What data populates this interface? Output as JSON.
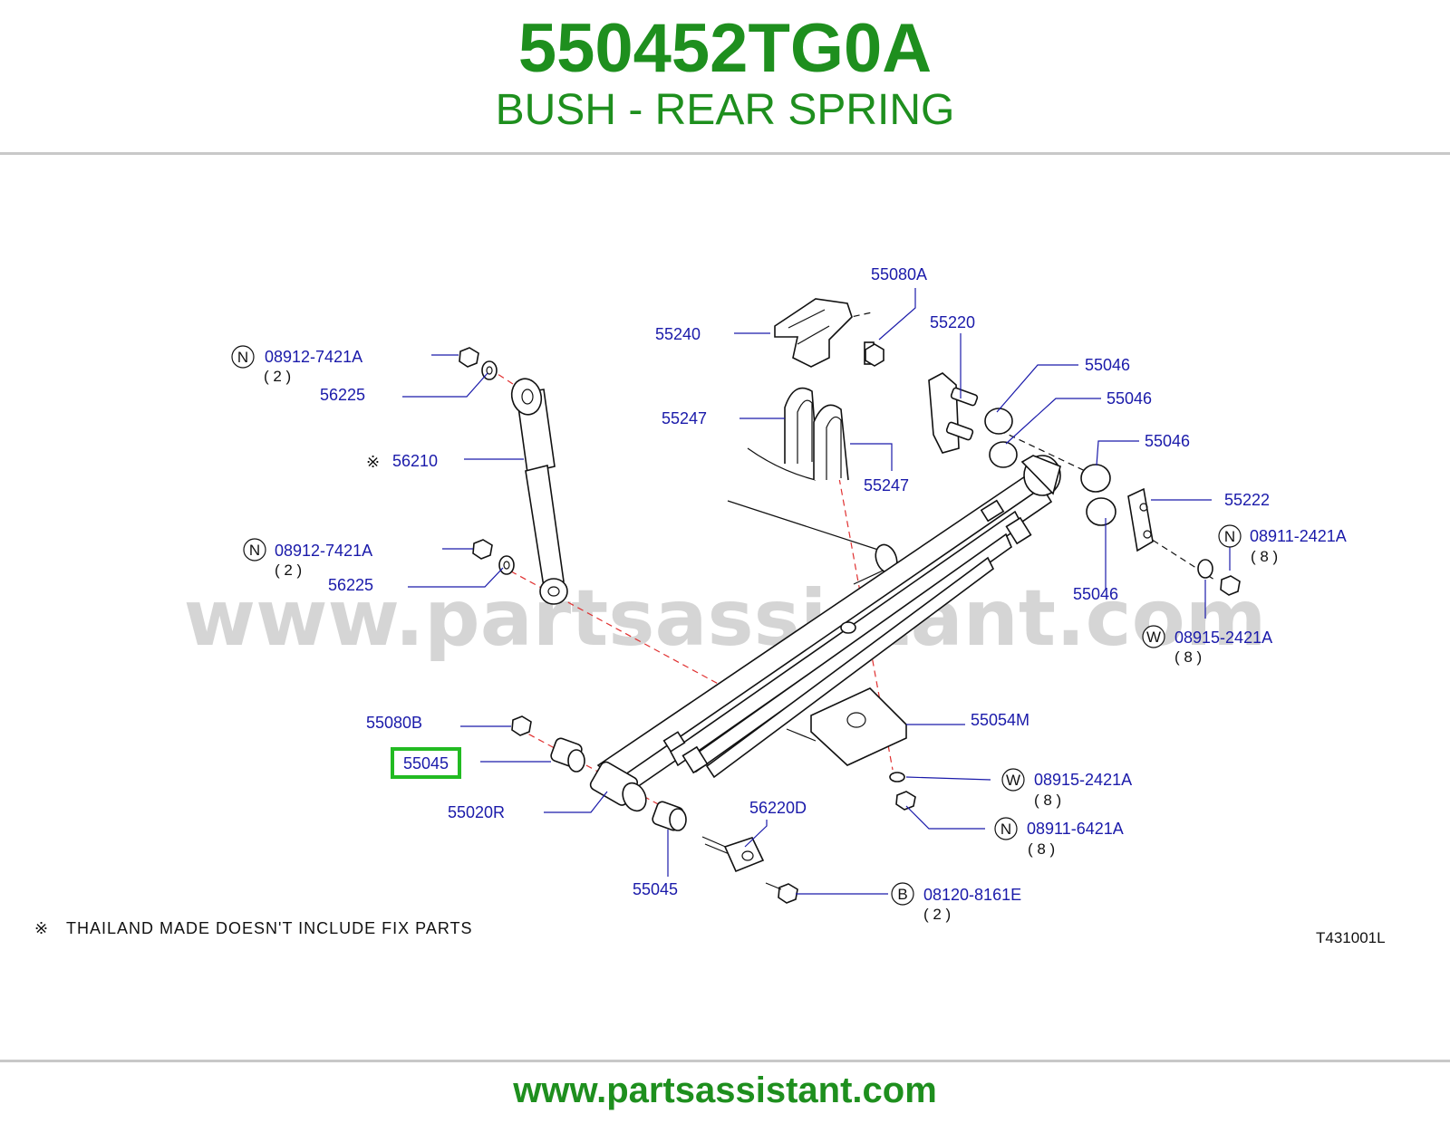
{
  "header": {
    "part_number": "550452TG0A",
    "description": "BUSH - REAR SPRING"
  },
  "footer": {
    "url": "www.partsassistant.com"
  },
  "diagram": {
    "watermark": "www.partsassistant.com",
    "code": "T431001L",
    "note": {
      "symbol": "※",
      "text": "THAILAND  MADE  DOESN'T  INCLUDE  FIX  PARTS"
    },
    "highlight_color": "#22bb22",
    "text_color": "#1a1aaa",
    "callouts": [
      {
        "label": "55080A",
        "marker": "",
        "qty": ""
      },
      {
        "label": "55240",
        "marker": "",
        "qty": ""
      },
      {
        "label": "55220",
        "marker": "",
        "qty": ""
      },
      {
        "label": "08912-7421A",
        "marker": "N",
        "qty": "( 2 )"
      },
      {
        "label": "55046",
        "marker": "",
        "qty": ""
      },
      {
        "label": "56225",
        "marker": "",
        "qty": ""
      },
      {
        "label": "55046",
        "marker": "",
        "qty": ""
      },
      {
        "label": "55247",
        "marker": "",
        "qty": ""
      },
      {
        "label": "55046",
        "marker": "",
        "qty": ""
      },
      {
        "label": "56210",
        "marker": "※",
        "qty": ""
      },
      {
        "label": "55247",
        "marker": "",
        "qty": ""
      },
      {
        "label": "55222",
        "marker": "",
        "qty": ""
      },
      {
        "label": "08911-2421A",
        "marker": "N",
        "qty": "( 8 )"
      },
      {
        "label": "08912-7421A",
        "marker": "N",
        "qty": "( 2 )"
      },
      {
        "label": "56225",
        "marker": "",
        "qty": ""
      },
      {
        "label": "55046",
        "marker": "",
        "qty": ""
      },
      {
        "label": "08915-2421A",
        "marker": "W",
        "qty": "( 8 )"
      },
      {
        "label": "55080B",
        "marker": "",
        "qty": ""
      },
      {
        "label": "55054M",
        "marker": "",
        "qty": ""
      },
      {
        "label": "55045",
        "marker": "",
        "qty": "",
        "highlighted": true
      },
      {
        "label": "08915-2421A",
        "marker": "W",
        "qty": "( 8 )"
      },
      {
        "label": "55020R",
        "marker": "",
        "qty": ""
      },
      {
        "label": "56220D",
        "marker": "",
        "qty": ""
      },
      {
        "label": "08911-6421A",
        "marker": "N",
        "qty": "( 8 )"
      },
      {
        "label": "55045",
        "marker": "",
        "qty": ""
      },
      {
        "label": "08120-8161E",
        "marker": "B",
        "qty": "( 2 )"
      }
    ]
  }
}
